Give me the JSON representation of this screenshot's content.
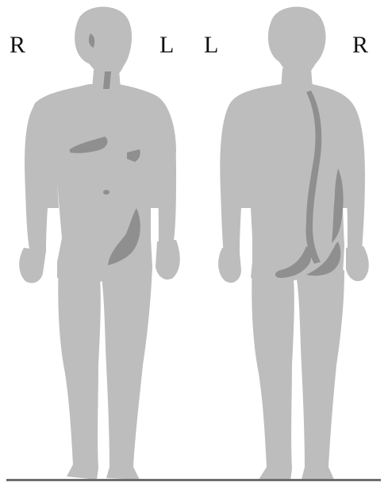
{
  "labels": {
    "front_right": "R",
    "front_left": "L",
    "back_left": "L",
    "back_right": "R"
  },
  "colors": {
    "body": "#bdbdbd",
    "shaded_area": "#8f8f8f",
    "text": "#111111",
    "background": "#ffffff"
  }
}
